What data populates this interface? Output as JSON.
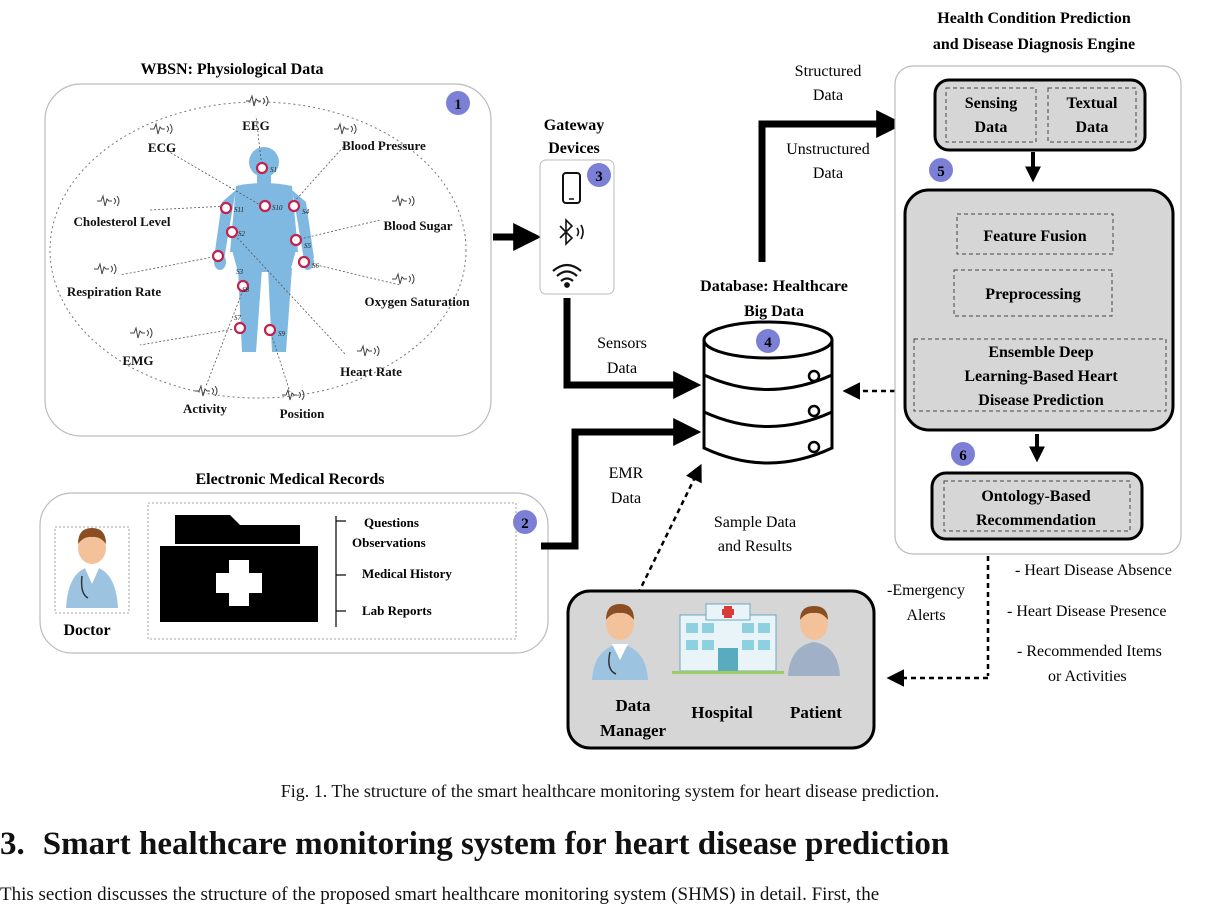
{
  "wbsn": {
    "title": "WBSN: Physiological Data",
    "badge": "1",
    "sensors": [
      "EEG",
      "ECG",
      "Blood Pressure",
      "Cholesterol Level",
      "Blood Sugar",
      "Respiration Rate",
      "Oxygen Saturation",
      "EMG",
      "Heart Rate",
      "Activity",
      "Position"
    ],
    "nodes": [
      "S1",
      "S2",
      "S3",
      "S4",
      "S5",
      "S6",
      "S7",
      "S8",
      "S9",
      "S10",
      "S11"
    ]
  },
  "gateway": {
    "title_line1": "Gateway",
    "title_line2": "Devices",
    "badge": "3"
  },
  "emr": {
    "title": "Electronic Medical Records",
    "badge": "2",
    "doctor": "Doctor",
    "items": [
      "Questions",
      "Observations",
      "Medical History",
      "Lab Reports"
    ]
  },
  "database": {
    "title_line1": "Database: Healthcare",
    "title_line2": "Big Data",
    "badge": "4"
  },
  "engine": {
    "title_line1": "Health Condition Prediction",
    "title_line2": "and Disease Diagnosis Engine",
    "badge5": "5",
    "badge6": "6",
    "sensing_line1": "Sensing",
    "sensing_line2": "Data",
    "textual_line1": "Textual",
    "textual_line2": "Data",
    "fusion": "Feature Fusion",
    "preprocessing": "Preprocessing",
    "ensemble_line1": "Ensemble Deep",
    "ensemble_line2": "Learning-Based Heart",
    "ensemble_line3": "Disease Prediction",
    "ontology_line1": "Ontology-Based",
    "ontology_line2": "Recommendation"
  },
  "flows": {
    "structured_line1": "Structured",
    "structured_line2": "Data",
    "unstructured_line1": "Unstructured",
    "unstructured_line2": "Data",
    "sensors_line1": "Sensors",
    "sensors_line2": "Data",
    "emr_line1": "EMR",
    "emr_line2": "Data",
    "sample_line1": "Sample Data",
    "sample_line2": "and Results",
    "alerts_line1": "-Emergency",
    "alerts_line2": "Alerts"
  },
  "outputs": [
    "- Heart Disease Absence",
    "- Heart Disease Presence",
    "- Recommended Items",
    "or Activities"
  ],
  "stakeholders": {
    "manager_line1": "Data",
    "manager_line2": "Manager",
    "hospital": "Hospital",
    "patient": "Patient"
  },
  "caption": "Fig. 1. The structure of the smart healthcare monitoring system for heart disease prediction.",
  "section": {
    "number": "3.",
    "title": "Smart healthcare monitoring system for heart disease prediction"
  },
  "body": "This section discusses the structure of the proposed smart healthcare monitoring system (SHMS) in detail. First, the"
}
